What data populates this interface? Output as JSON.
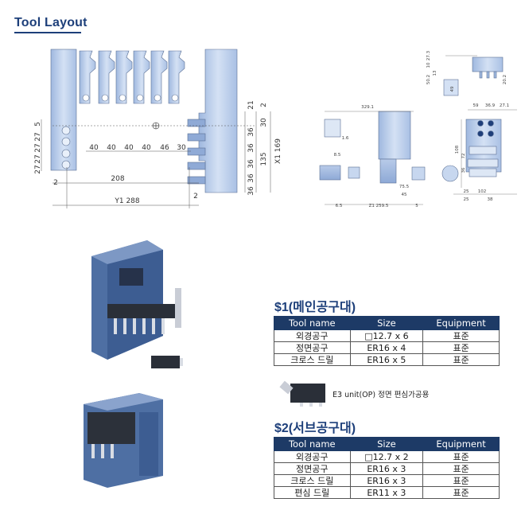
{
  "page_title": "Tool Layout",
  "front_dims": {
    "spacings": [
      "40",
      "40",
      "40",
      "40",
      "46",
      "30"
    ],
    "left_pitches": [
      "5",
      "27",
      "27",
      "27",
      "27"
    ],
    "right_stack": [
      "21",
      "2",
      "30",
      "36",
      "36",
      "36",
      "36",
      "36"
    ],
    "total_135": "135",
    "x1": "X1 169",
    "w208": "208",
    "y1": "Y1 288",
    "edge2a": "2",
    "edge2b": "2"
  },
  "side_dims": {
    "top_stack": [
      "27.3",
      "10",
      "13",
      "50.2",
      "20.2",
      "49"
    ],
    "center_width": "329.1",
    "bottom": [
      "6.5",
      "Z1 259.5",
      "5"
    ],
    "misc": [
      "1.6",
      "8.5",
      "75.5",
      "45"
    ],
    "right_top": [
      "59",
      "36.9",
      "27.1"
    ],
    "right_side": [
      "108",
      "72",
      "36"
    ],
    "right_bottom": [
      "25",
      "102",
      "25",
      "38"
    ]
  },
  "s1": {
    "heading": "$1(메인공구대)",
    "columns": [
      "Tool name",
      "Size",
      "Equipment"
    ],
    "rows": [
      [
        "외경공구",
        "□12.7 x 6",
        "표준"
      ],
      [
        "정면공구",
        "ER16 x 4",
        "표준"
      ],
      [
        "크로스 드릴",
        "ER16 x 5",
        "표준"
      ]
    ]
  },
  "note": "E3 unit(OP) 정면 편심가공용",
  "s2": {
    "heading": "$2(서브공구대)",
    "columns": [
      "Tool name",
      "Size",
      "Equipment"
    ],
    "rows": [
      [
        "외경공구",
        "□12.7 x 2",
        "표준"
      ],
      [
        "정면공구",
        "ER16 x 3",
        "표준"
      ],
      [
        "크로스 드릴",
        "ER16 x 3",
        "표준"
      ],
      [
        "편심 드릴",
        "ER11 x 3",
        "표준"
      ]
    ]
  },
  "colors": {
    "accent": "#1d3f7a",
    "header": "#1d3a66",
    "steel": "#4e6fa3",
    "drawing": "#c7d7ef"
  }
}
